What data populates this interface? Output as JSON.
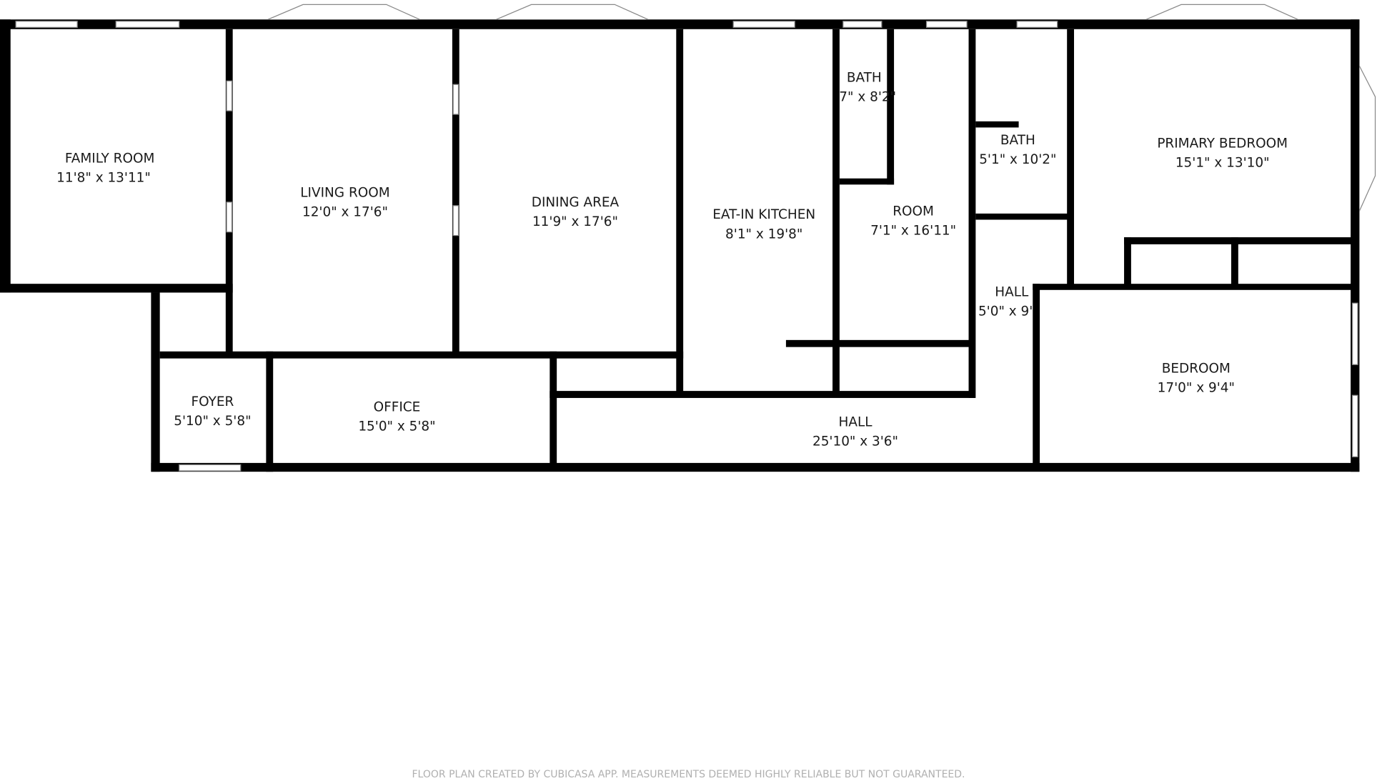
{
  "rooms": [
    {
      "name": "FAMILY ROOM",
      "size": "11'8\" x 13'11\""
    },
    {
      "name": "LIVING ROOM",
      "size": "12'0\" x 17'6\""
    },
    {
      "name": "DINING AREA",
      "size": "11'9\" x 17'6\""
    },
    {
      "name": "EAT-IN KITCHEN",
      "size": "8'1\" x 19'8\""
    },
    {
      "name": "BATH",
      "size": "7\" x 8'2\""
    },
    {
      "name": "ROOM",
      "size": "7'1\" x 16'11\""
    },
    {
      "name": "BATH",
      "size": "5'1\" x 10'2\""
    },
    {
      "name": "PRIMARY BEDROOM",
      "size": "15'1\" x 13'10\""
    },
    {
      "name": "HALL",
      "size": "5'0\" x 9'"
    },
    {
      "name": "BEDROOM",
      "size": "17'0\" x 9'4\""
    },
    {
      "name": "FOYER",
      "size": "5'10\" x 5'8\""
    },
    {
      "name": "OFFICE",
      "size": "15'0\" x 5'8\""
    },
    {
      "name": "HALL",
      "size": "25'10\" x 3'6\""
    }
  ],
  "footer": "FLOOR PLAN CREATED BY CUBICASA APP. MEASUREMENTS DEEMED HIGHLY RELIABLE BUT NOT GUARANTEED."
}
